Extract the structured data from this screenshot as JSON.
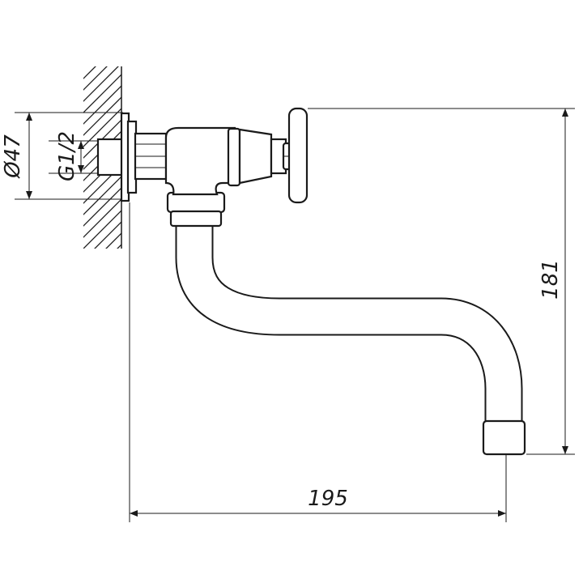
{
  "drawing": {
    "dimensions": {
      "overall_length": "195",
      "overall_height": "181",
      "flange_diameter": "Ø47",
      "thread_size": "G1/2"
    }
  }
}
